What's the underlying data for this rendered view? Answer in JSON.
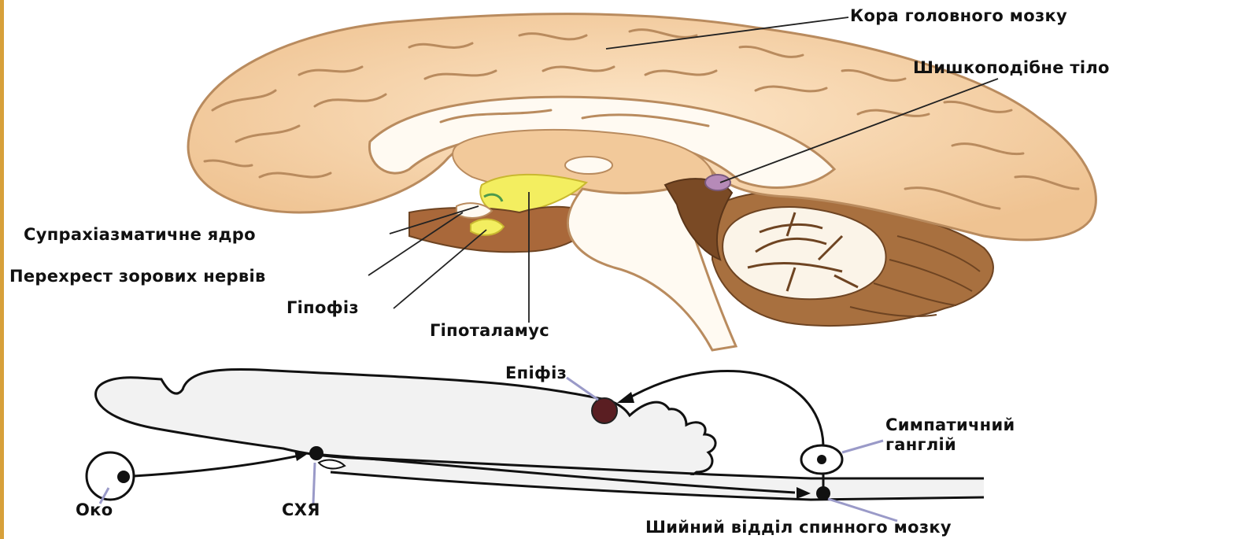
{
  "brain_labels": {
    "cortex": "Кора головного мозку",
    "pineal_body": "Шишкоподібне тіло",
    "scn": "Супрахіазматичне ядро",
    "optic_chiasm": "Перехрест зорових нервів",
    "pituitary": "Гіпофіз",
    "hypothalamus": "Гіпоталамус"
  },
  "pathway_labels": {
    "epiphysis": "Епіфіз",
    "sympathetic_ganglion_line1": "Симпатичний",
    "sympathetic_ganglion_line2": "ганглій",
    "eye": "Око",
    "scn_abbrev": "СХЯ",
    "cervical_spinal_cord": "Шийний відділ спинного мозку"
  },
  "colors": {
    "brain_tissue": "#f6d2a6",
    "brain_outline": "#b98b5e",
    "hypothalamus": "#f3ee60",
    "pineal": "#b68ab8",
    "brainstem": "#a9683a",
    "cerebellum_outer": "#a8703f",
    "cerebellum_inner": "#fbf4e8",
    "page_edge": "#d7a03a"
  }
}
